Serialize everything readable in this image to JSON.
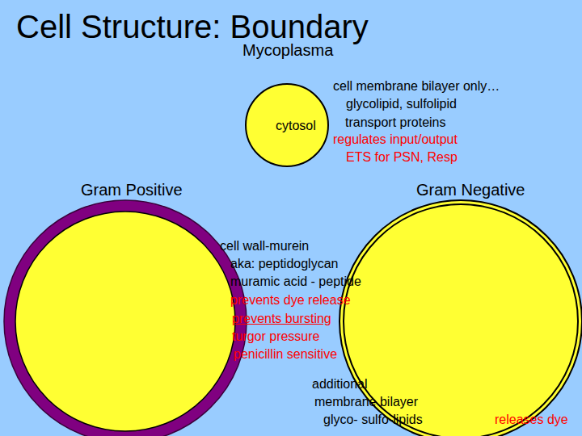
{
  "diagram": {
    "title": "Cell Structure: Boundary",
    "nodes": [
      {
        "text": [
          "Mycoplasma",
          "cytosol"
        ]
      },
      {
        "text": [
          "Gram Positive"
        ]
      },
      {
        "text": [
          "Gram Negative"
        ]
      }
    ],
    "labels": [
      "cell membrane bilayer only…",
      "glycolipid, sulfolipid",
      "transport proteins",
      "regulates input/output",
      "ETS for PSN, Resp",
      "cell wall-murein",
      "aka: peptidoglycan",
      "muramic acid - peptide",
      "prevents dye release",
      "prevents bursting",
      "turgor pressure",
      "penicillin sensitive",
      "additional",
      "membrane bilayer",
      "glyco- sulfo-lipids",
      "releases dye"
    ]
  }
}
